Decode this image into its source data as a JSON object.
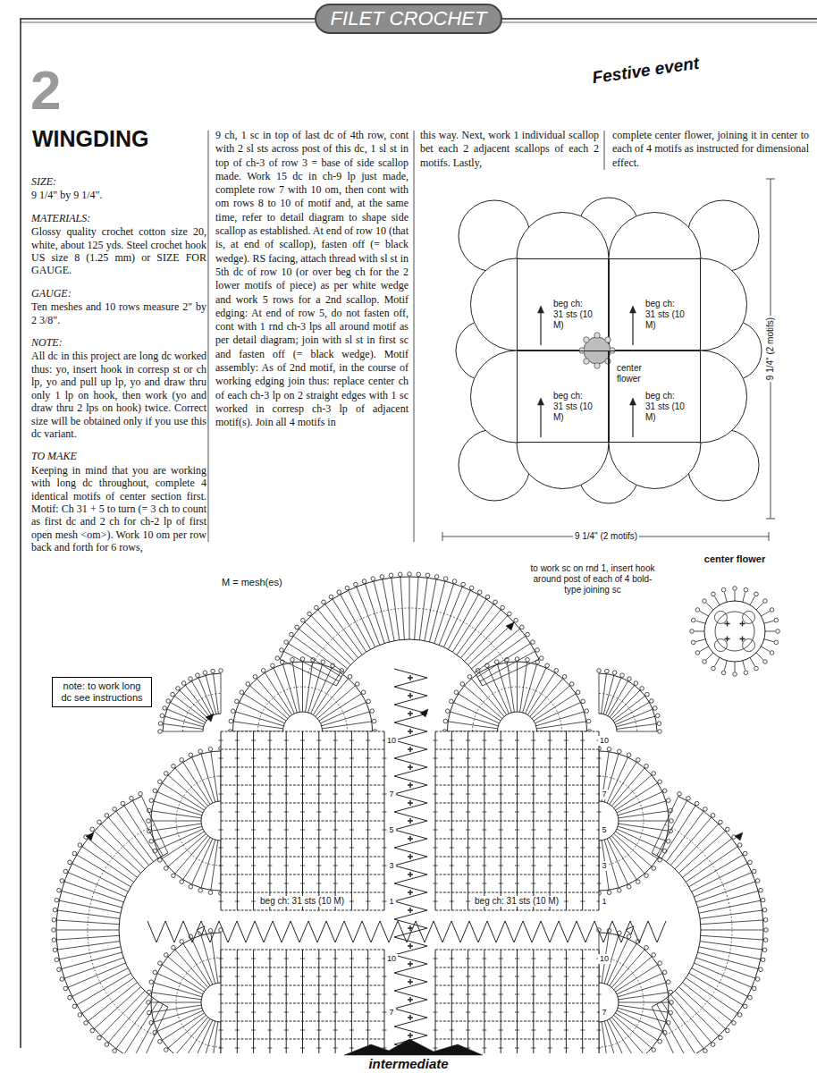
{
  "diagram": {
    "title": "WINGDING",
    "nodes": [
      {
        "text": [
          "FILET CROCHET"
        ]
      },
      {
        "text": [
          "beg ch: 31 sts (10 M)"
        ]
      },
      {
        "text": [
          "beg ch: 31 sts (10 M)"
        ]
      },
      {
        "text": [
          "center flower"
        ]
      },
      {
        "text": [
          "beg ch: 31 sts (10 M)"
        ]
      },
      {
        "text": [
          "beg ch: 31 sts (10 M)"
        ]
      },
      {
        "text": [
          "center flower"
        ]
      },
      {
        "text": [
          "note: to work long dc see instructions"
        ]
      }
    ],
    "labels": [
      "2",
      "Festive event",
      "SIZE:",
      "9 1/4\" by 9 1/4\".",
      "MATERIALS:",
      "Glossy quality crochet cotton size 20, white, about 125 yds. Steel crochet hook US size 8 (1.25 mm) or SIZE FOR GAUGE.",
      "GAUGE:",
      "Ten meshes and 10 rows measure 2\" by 2 3/8\".",
      "NOTE:",
      "All dc in this project are long dc worked thus: yo, insert hook in corresp st or ch lp, yo and pull up lp, yo and draw thru only 1 lp on hook, then work (yo and draw thru 2 lps on hook) twice. Correct size will be obtained only if you use this dc variant.",
      "TO MAKE",
      "Keeping in mind that you are working with long dc throughout, complete 4 identical motifs of center section first. Motif: Ch 31 + 5 to turn (= 3 ch to count as first dc and 2 ch for ch-2 lp of first open mesh <om>). Work 10 om per row back and forth for 6 rows,",
      "9 ch, 1 sc in top of last dc of 4th row, cont with 2 sl sts across post of this dc, 1 sl st in top of ch-3 of row 3 = base of side scallop made. Work 15 dc in ch-9 lp just made, complete row 7 with 10 om, then cont with om rows 8 to 10 of motif and, at the same time, refer to detail diagram to shape side scallop as established. At end of row 10 (that is, at end of scallop), fasten off (= black wedge). RS facing, attach thread with sl st in 5th dc of row 10 (or over beg ch for the 2 lower motifs of piece) as per white wedge and work 5 rows for a 2nd scallop. Motif edging: At end of row 5, do not fasten off, cont with 1 rnd ch-3 lps all around motif as per detail diagram; join with sl st in first sc and fasten off (= black wedge). Motif assembly: As of 2nd motif, in the course of working edging join thus: replace center ch of each ch-3 lp on 2 straight edges with 1 sc worked in corresp ch-3 lp of adjacent motif(s). Join all 4 motifs in",
      "this way. Next, work 1 individual scallop bet each 2 adjacent scallops of each 2 motifs. Lastly,",
      "complete center flower, joining it in center to each of 4 motifs as instructed for dimensional effect.",
      "9 1/4\" (2 motifs)",
      "9 1/4\" (2 motifs)",
      "M = mesh(es)",
      "to work sc on rnd 1, insert hook around post of each of 4 bold-type joining sc",
      "10",
      "7",
      "5",
      "3",
      "1",
      "10",
      "7",
      "5",
      "3",
      "1",
      "10",
      "7",
      "10",
      "7",
      "beg ch: 31 sts (10 M)",
      "beg ch: 31 sts (10 M)",
      "intermediate"
    ]
  }
}
